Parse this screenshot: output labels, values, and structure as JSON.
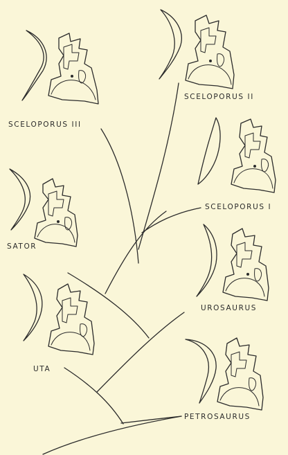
{
  "figure": {
    "background": "#faf6d8",
    "ink": "#2b2b2b",
    "taxa": [
      {
        "id": "sceloporus-iii",
        "label": "SCELOPORUS III"
      },
      {
        "id": "sceloporus-ii",
        "label": "SCELOPORUS II"
      },
      {
        "id": "sceloporus-i",
        "label": "SCELOPORUS I"
      },
      {
        "id": "sator",
        "label": "SATOR"
      },
      {
        "id": "urosaurus",
        "label": "UROSAURUS"
      },
      {
        "id": "uta",
        "label": "UTA"
      },
      {
        "id": "petrosaurus",
        "label": "PETROSAURUS"
      }
    ]
  }
}
